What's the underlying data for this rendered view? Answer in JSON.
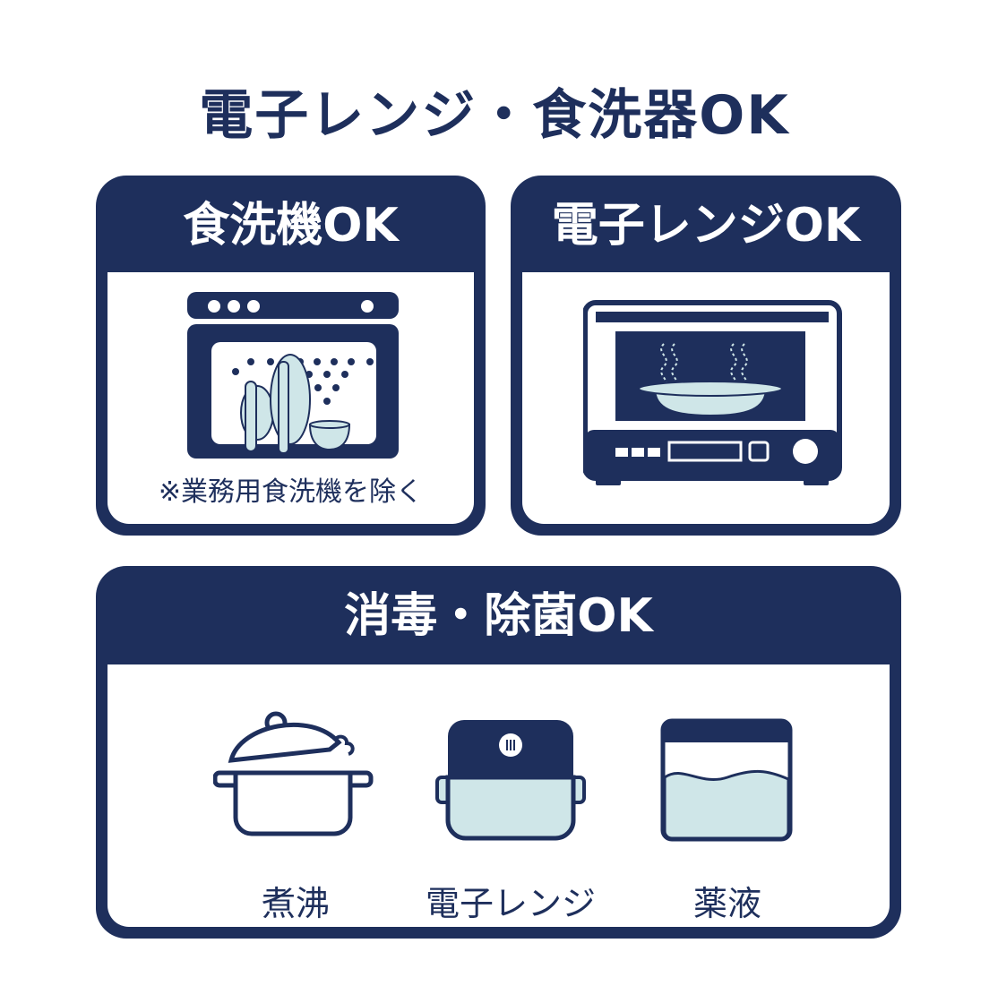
{
  "title": "電子レンジ・食洗器OK",
  "colors": {
    "navy": "#1e2f5c",
    "light_blue": "#cfe6e8"
  },
  "cards": {
    "dishwasher": {
      "header": "食洗機OK",
      "note": "※業務用食洗機を除く",
      "icon": "dishwasher-icon"
    },
    "microwave": {
      "header": "電子レンジOK",
      "icon": "microwave-icon"
    },
    "sterilize": {
      "header": "消毒・除菌OK",
      "items": [
        {
          "label": "煮沸",
          "icon": "boiling-pot-icon"
        },
        {
          "label": "電子レンジ",
          "icon": "microwave-container-icon"
        },
        {
          "label": "薬液",
          "icon": "chemical-solution-icon"
        }
      ]
    }
  }
}
